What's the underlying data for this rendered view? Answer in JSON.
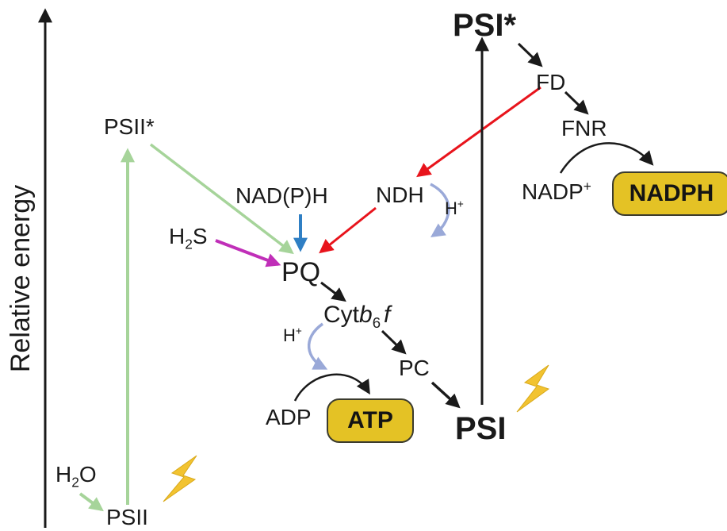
{
  "diagram": {
    "axis_label": "Relative energy",
    "nodes": {
      "psi_star": "PSI*",
      "fd": "FD",
      "fnr": "FNR",
      "nadp_plus": {
        "base": "NADP",
        "sup": "+"
      },
      "nadph": "NADPH",
      "psii_star": "PSII*",
      "nadph_donor": "NAD(P)H",
      "ndh": "NDH",
      "h_plus_ndh": {
        "base": "H",
        "sup": "+"
      },
      "h2s": {
        "base": "H",
        "sub": "2",
        "rest": "S"
      },
      "pq": "PQ",
      "cytb6f": {
        "base": "Cyt",
        "b": "b",
        "sub": "6",
        "f": "f"
      },
      "h_plus_cyt": {
        "base": "H",
        "sup": "+"
      },
      "pc": "PC",
      "adp": "ADP",
      "atp": "ATP",
      "psi": "PSI",
      "h2o": {
        "base": "H",
        "sub": "2",
        "rest": "O"
      },
      "psii": "PSII"
    },
    "colors": {
      "black": "#1a1a1a",
      "red": "#e8141c",
      "green": "#a6d49a",
      "blue": "#2f7fc4",
      "magenta": "#c02fb8",
      "lavender": "#9aa9d8",
      "gold": "#e4c225",
      "lightning": "#f2c330"
    },
    "icons": [
      "lightning-bolt-icon"
    ]
  }
}
